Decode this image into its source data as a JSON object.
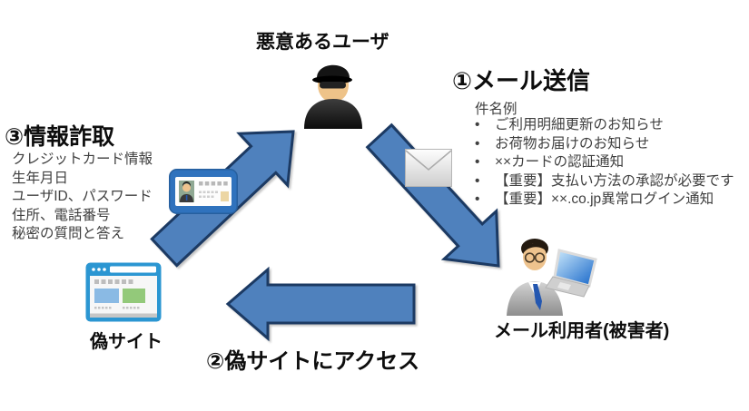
{
  "colors": {
    "arrow_fill": "#4f81bd",
    "arrow_border": "#1c3a63",
    "heading_text": "#0d0d0d",
    "body_text": "#3f3f3f"
  },
  "attacker": {
    "label": "悪意あるユーザ",
    "icon": "hacker-user-icon"
  },
  "step1": {
    "title": "①メール送信",
    "subtitle": "件名例",
    "bullet": "•",
    "items": [
      "ご利用明細更新のお知らせ",
      "お荷物お届けのお知らせ",
      "××カードの認証通知",
      "【重要】支払い方法の承認が必要です",
      "【重要】××.co.jp異常ログイン通知"
    ],
    "icon": "envelope-icon"
  },
  "victim": {
    "label": "メール利用者(被害者)",
    "icon": "office-worker-laptop-icon"
  },
  "step2": {
    "title": "②偽サイトにアクセス"
  },
  "fake_site": {
    "label": "偽サイト",
    "icon": "browser-window-icon"
  },
  "step3": {
    "title": "③情報詐取",
    "items": [
      "クレジットカード情報",
      "生年月日",
      "ユーザID、パスワード",
      "住所、電話番号",
      "秘密の質問と答え"
    ],
    "icon": "id-card-icon"
  }
}
